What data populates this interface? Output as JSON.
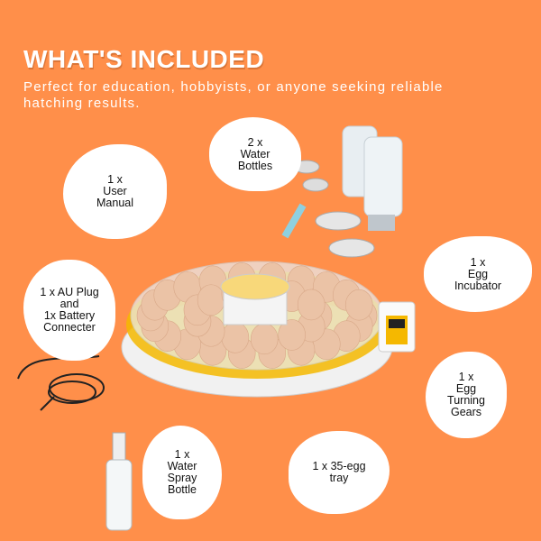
{
  "header": {
    "title": "WHAT'S INCLUDED",
    "subtitle": "Perfect for education, hobbyists, or anyone seeking reliable hatching results."
  },
  "items": [
    {
      "lines": [
        "1 x",
        "User",
        "Manual"
      ]
    },
    {
      "lines": [
        "2 x",
        "Water",
        "Bottles"
      ]
    },
    {
      "lines": [
        "1 x AU Plug",
        "and",
        "1x Battery",
        "Connecter"
      ]
    },
    {
      "lines": [
        "1 x",
        "Egg",
        "Incubator"
      ]
    },
    {
      "lines": [
        "1 x",
        "Egg",
        "Turning",
        "Gears"
      ]
    },
    {
      "lines": [
        "1 x",
        "Water",
        "Spray",
        "Bottle"
      ]
    },
    {
      "lines": [
        "1 x 35-egg",
        "tray"
      ]
    }
  ],
  "colors": {
    "background": "#FF8F4A",
    "accent": "#F5B800",
    "egg": "#EBC3A6"
  }
}
